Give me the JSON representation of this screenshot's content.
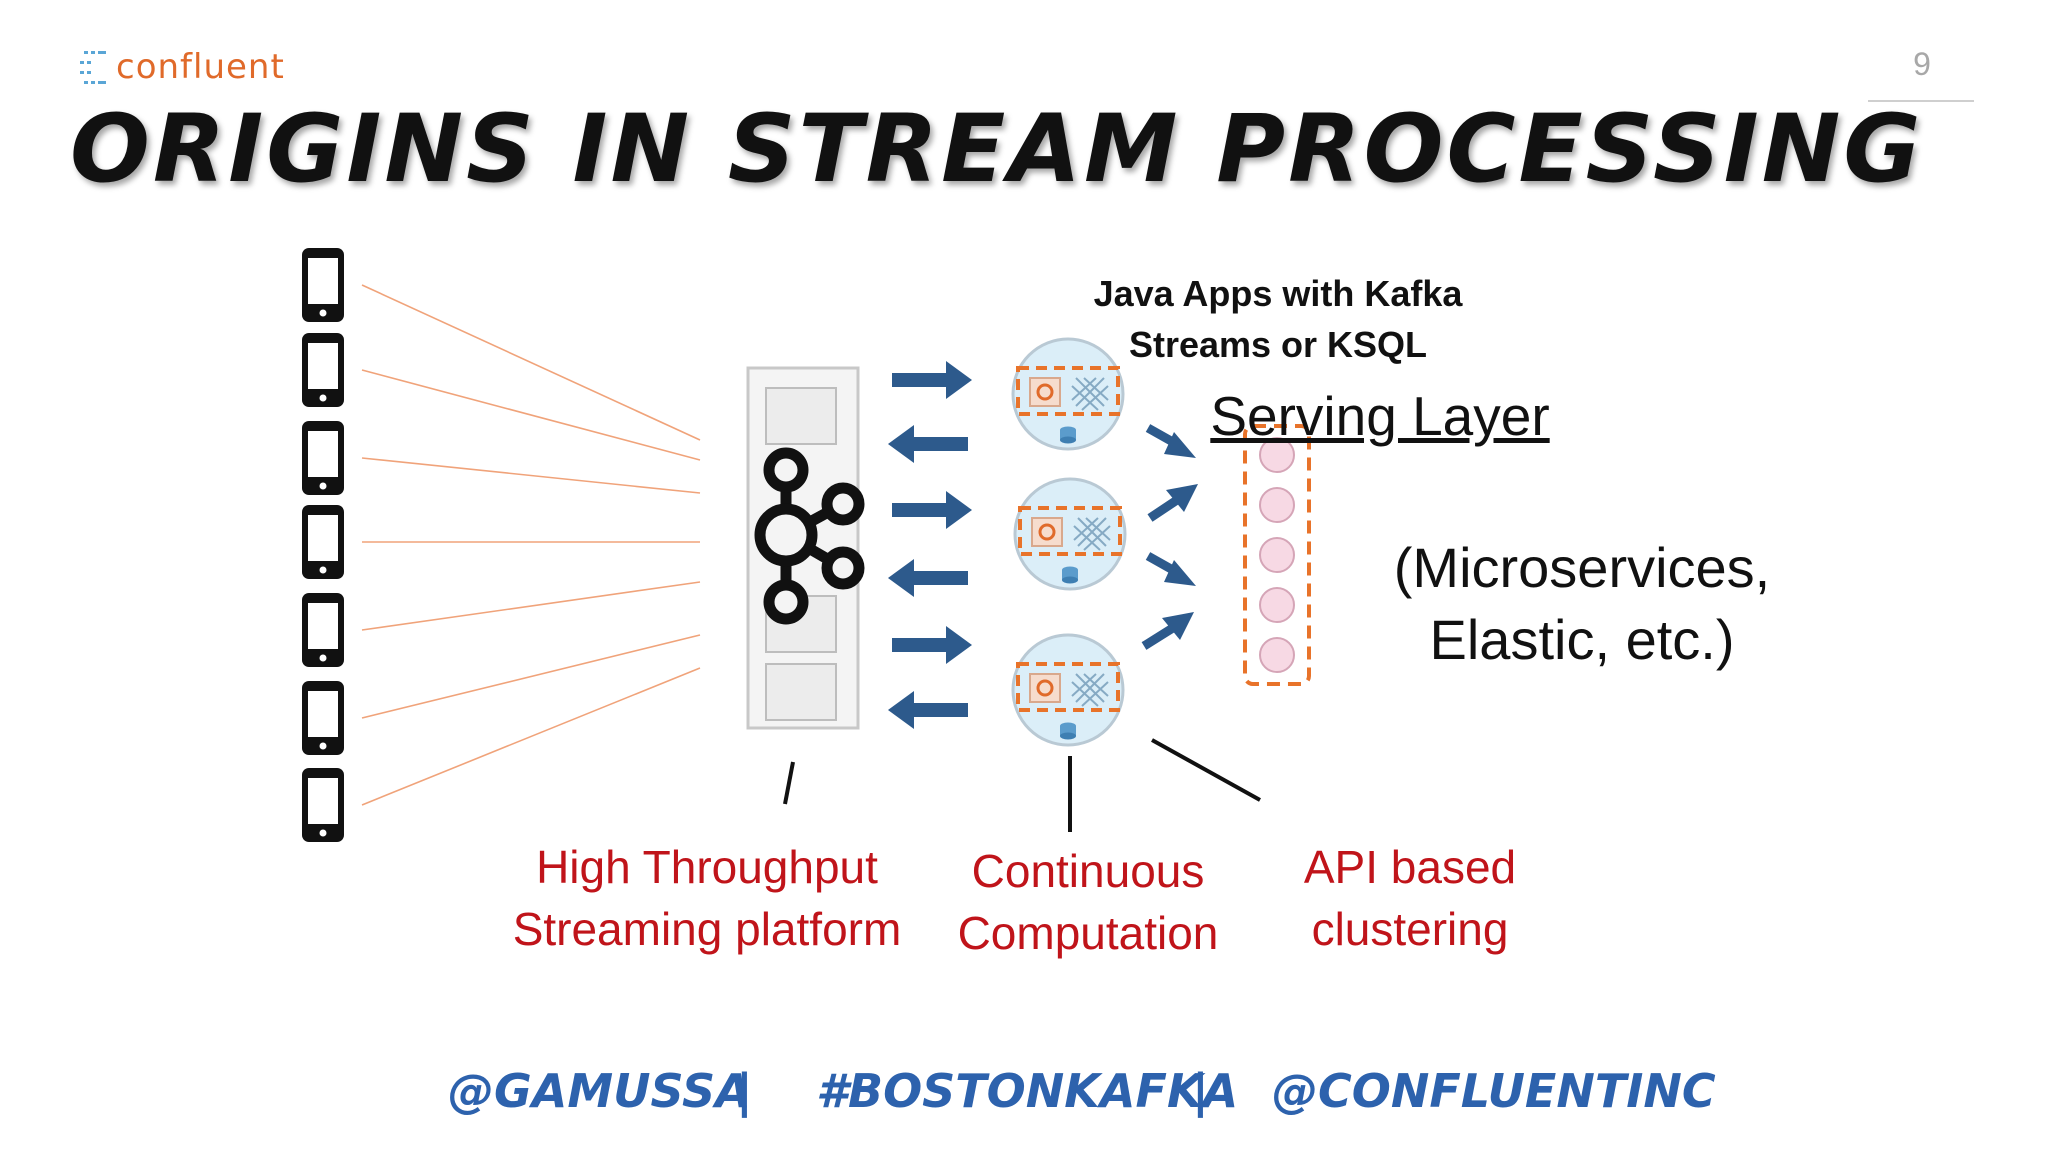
{
  "header": {
    "logo_text": "confluent",
    "page_number": "9",
    "title": "ORIGINS IN STREAM PROCESSING"
  },
  "diagram": {
    "apps_label_line1": "Java Apps with Kafka",
    "apps_label_line2": "Streams or KSQL",
    "serving_layer_title": "Serving Layer",
    "serving_layer_line1": "(Microservices,",
    "serving_layer_line2": "Elastic, etc.)",
    "callouts": [
      {
        "line1": "High Throughput",
        "line2": "Streaming platform"
      },
      {
        "line1": "Continuous",
        "line2": "Computation"
      },
      {
        "line1": "API based",
        "line2": "clustering"
      }
    ]
  },
  "footer": {
    "handle_1": "@GAMUSSA",
    "separator": "|",
    "hashtag": "#BOSTONKAFKA",
    "handle_2": "@CONFLUENTINC"
  },
  "colors": {
    "title": "#111111",
    "logo": "#e06a2a",
    "arrows": "#2d5a8c",
    "callouts": "#c0141a",
    "footer": "#2d62ad",
    "dashed_boxes": "#e8732a",
    "feed_lines": "#f0a37a"
  }
}
